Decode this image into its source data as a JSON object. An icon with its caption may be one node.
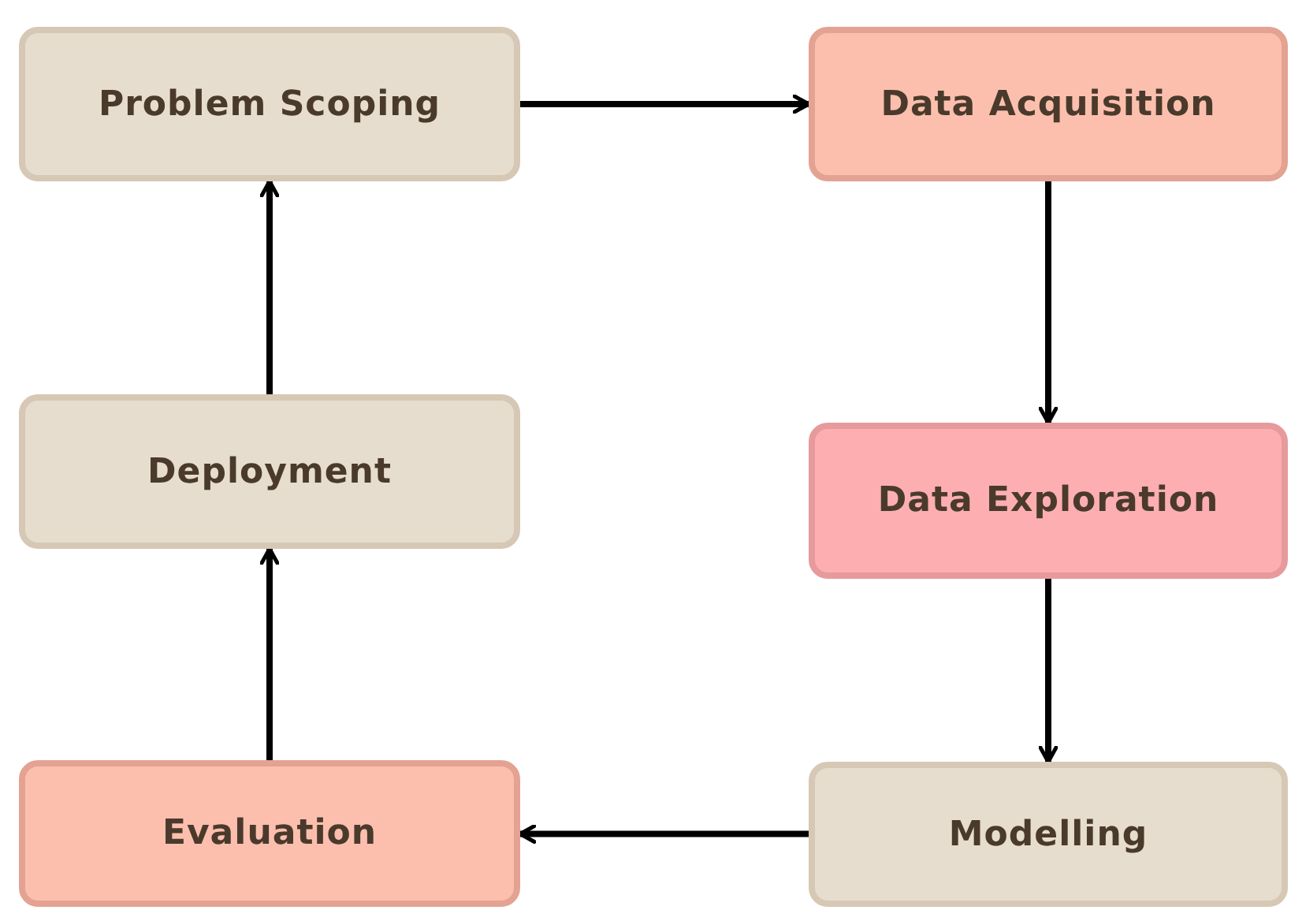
{
  "diagram": {
    "nodes": [
      {
        "text": [
          "Problem Scoping"
        ]
      },
      {
        "text": [
          "Data Acquisition"
        ]
      },
      {
        "text": [
          "Data Exploration"
        ]
      },
      {
        "text": [
          "Modelling"
        ]
      },
      {
        "text": [
          "Evaluation"
        ]
      },
      {
        "text": [
          "Deployment"
        ]
      }
    ],
    "edges": [
      {
        "from": 0,
        "to": 1,
        "arrow": "to"
      },
      {
        "from": 1,
        "to": 2,
        "arrow": "to"
      },
      {
        "from": 2,
        "to": 3,
        "arrow": "to"
      },
      {
        "from": 3,
        "to": 4,
        "arrow": "to"
      },
      {
        "from": 4,
        "to": 5,
        "arrow": "to"
      },
      {
        "from": 5,
        "to": 0,
        "arrow": "to"
      }
    ]
  }
}
